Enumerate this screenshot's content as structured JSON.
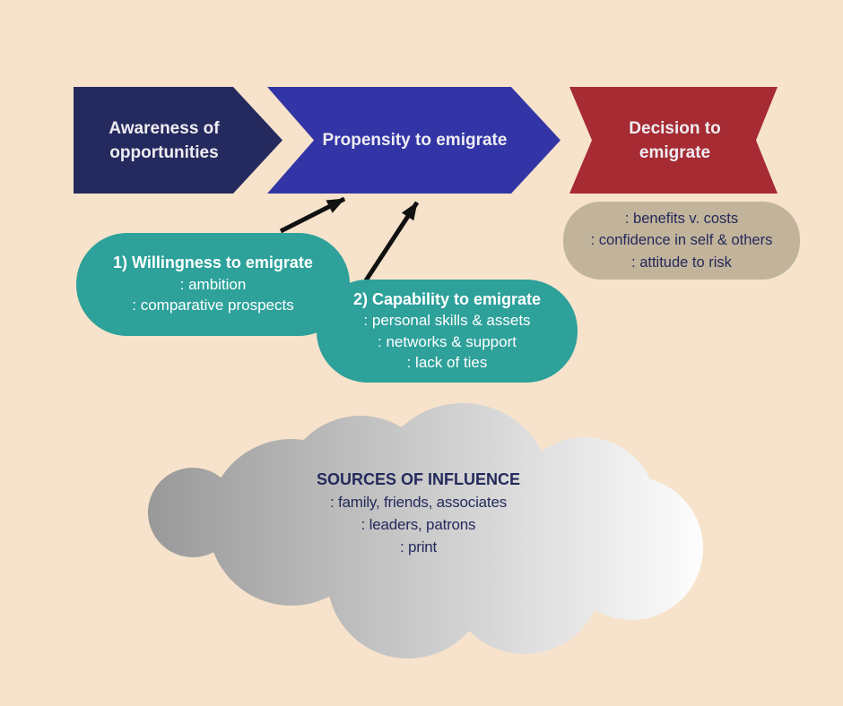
{
  "palette": {
    "background": "#f7e3cb",
    "navy": "#252a5e",
    "blue": "#3335a6",
    "red": "#a62b33",
    "tan": "#c2b49b",
    "teal": "#2da19a",
    "arrow_black": "#111111",
    "text_light": "#eeedf2",
    "text_navy": "#242a5c",
    "cloud_gradient_start": "#999999",
    "cloud_gradient_end": "#ffffff"
  },
  "banners": {
    "awareness": {
      "title": "Awareness of opportunities"
    },
    "propensity": {
      "title": "Propensity to emigrate"
    },
    "decision": {
      "title": "Decision to emigrate"
    }
  },
  "decision_factors": {
    "lines": [
      ": benefits v. costs",
      ": confidence in self & others",
      ": attitude to risk"
    ]
  },
  "willingness": {
    "title": "1) Willingness to emigrate",
    "lines": [
      ": ambition",
      ": comparative prospects"
    ]
  },
  "capability": {
    "title": "2) Capability to emigrate",
    "lines": [
      ": personal skills & assets",
      ": networks & support",
      ": lack of ties"
    ]
  },
  "sources": {
    "title": "SOURCES OF INFLUENCE",
    "lines": [
      ": family, friends, associates",
      ": leaders, patrons",
      ": print"
    ]
  }
}
